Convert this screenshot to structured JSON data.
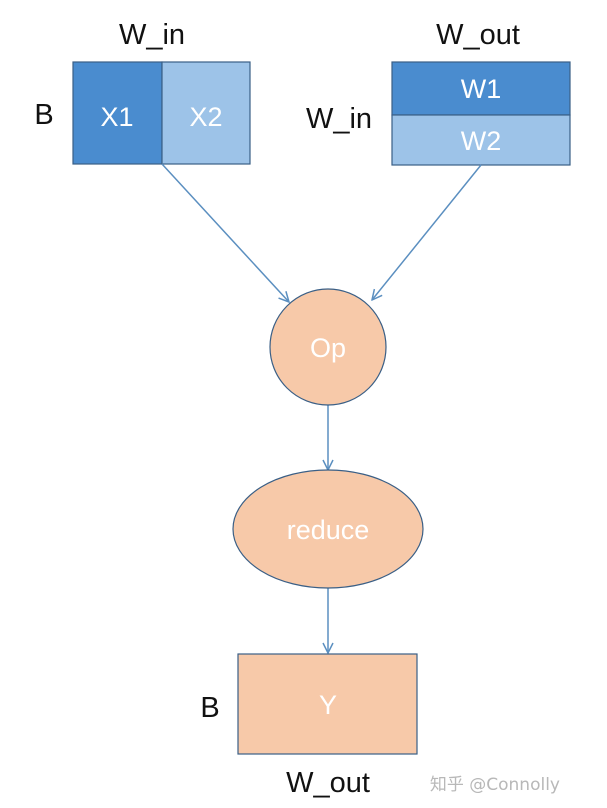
{
  "labels": {
    "x_top": "W_in",
    "x_side": "B",
    "w_top": "W_out",
    "w_side": "W_in",
    "y_side": "B",
    "y_bottom": "W_out"
  },
  "blocks": {
    "x1": "X1",
    "x2": "X2",
    "w1": "W1",
    "w2": "W2",
    "y": "Y"
  },
  "nodes": {
    "op": "Op",
    "reduce": "reduce"
  },
  "watermark": "知乎 @Connolly",
  "colors": {
    "dark_blue": "#4a8ccf",
    "light_blue": "#9dc3e8",
    "orange_fill": "#f7c9a9",
    "stroke": "#3a5f86",
    "arrow": "#5b8fc0"
  }
}
